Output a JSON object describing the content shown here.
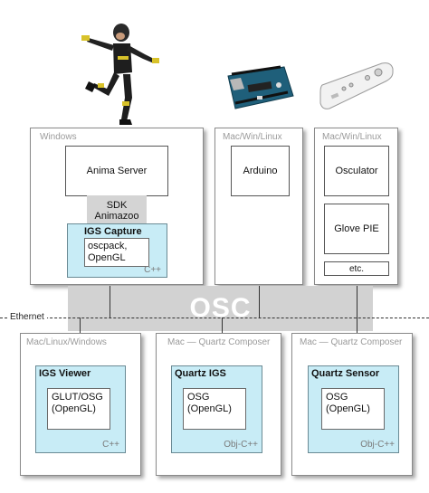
{
  "devices": {
    "mocap_suit": {
      "icon": "motion-capture-performer-icon"
    },
    "arduino_board": {
      "icon": "arduino-board-icon"
    },
    "wii_remote": {
      "icon": "wii-remote-icon"
    }
  },
  "top_panels": {
    "windows": {
      "os": "Windows",
      "anima_server": "Anima Server",
      "sdk_line1": "SDK",
      "sdk_line2": "Animazoo",
      "igs_capture": {
        "title": "IGS Capture",
        "lib_line1": "oscpack,",
        "lib_line2": "OpenGL",
        "lang": "C++"
      }
    },
    "arduino": {
      "os": "Mac/Win/Linux",
      "box": "Arduino"
    },
    "osculator": {
      "os": "Mac/Win/Linux",
      "box1": "Osculator",
      "box2": "Glove PIE",
      "box3": "etc."
    }
  },
  "network": {
    "osc": "OSC",
    "ethernet": "Ethernet"
  },
  "bottom_panels": {
    "igs_viewer": {
      "os": "Mac/Linux/Windows",
      "title": "IGS Viewer",
      "lib_line1": "GLUT/OSG",
      "lib_line2": "(OpenGL)",
      "lang": "C++"
    },
    "quartz_igs": {
      "os": "Mac — Quartz Composer",
      "title": "Quartz IGS",
      "lib_line1": "OSG",
      "lib_line2": "(OpenGL)",
      "lang": "Obj-C++"
    },
    "quartz_sensor": {
      "os": "Mac — Quartz Composer",
      "title": "Quartz Sensor",
      "lib_line1": "OSG",
      "lib_line2": "(OpenGL)",
      "lang": "Obj-C++"
    }
  },
  "colors": {
    "accent_box": "#c8ecf6",
    "osc_bar": "#d2d2d2",
    "panel_border": "#8a8a8a"
  }
}
